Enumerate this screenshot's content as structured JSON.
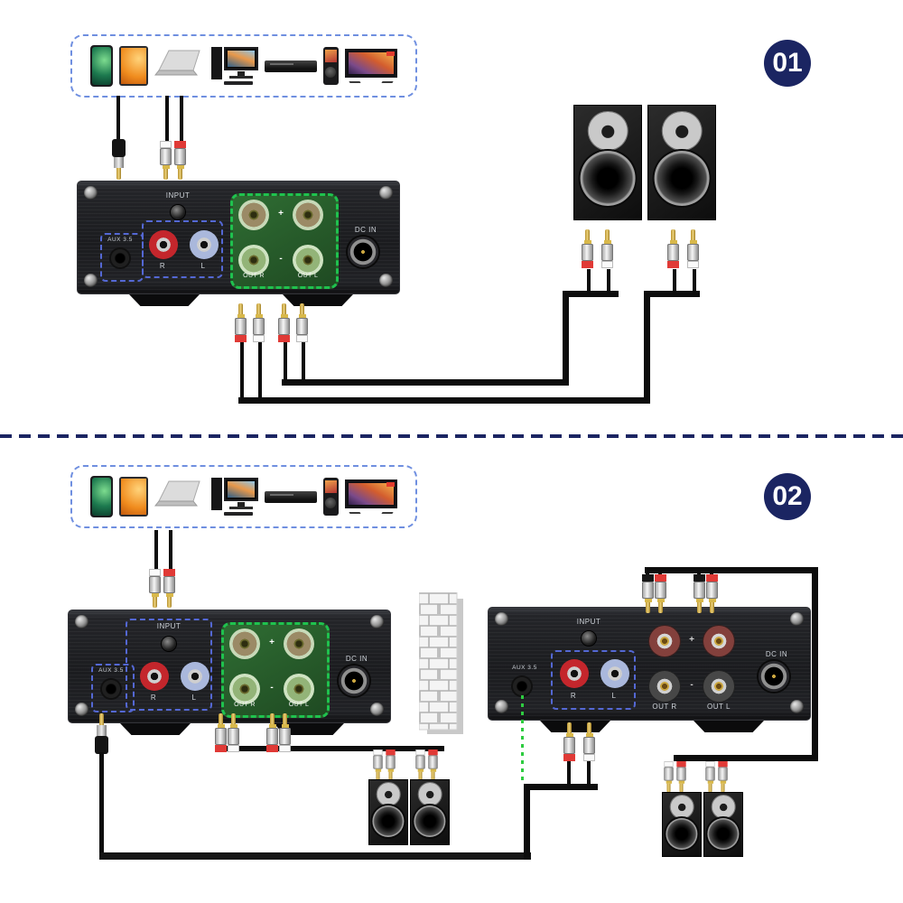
{
  "sections": {
    "one": {
      "badge": "01"
    },
    "two": {
      "badge": "02"
    }
  },
  "devices": [
    {
      "icon": "smartphone-icon"
    },
    {
      "icon": "tablet-icon"
    },
    {
      "icon": "laptop-icon"
    },
    {
      "icon": "desktop-pc-icon"
    },
    {
      "icon": "dvd-player-icon"
    },
    {
      "icon": "portable-player-icon"
    },
    {
      "icon": "tv-icon"
    }
  ],
  "amp": {
    "input": "INPUT",
    "aux": "AUX 3.5",
    "r": "R",
    "l": "L",
    "out_r": "OUT R",
    "out_l": "OUT L",
    "dc_in": "DC IN",
    "plus": "+",
    "minus": "-"
  },
  "colors": {
    "badge_bg": "#1b2562",
    "device_box_border": "#6f8fe0",
    "green_dashed_box": "#1fc24e",
    "blue_dashed_box": "#5468d4",
    "rca_red_band": "#e03a36",
    "cable_black": "#0d0d0d",
    "aux_link_dotted_green": "#2ecc40"
  }
}
